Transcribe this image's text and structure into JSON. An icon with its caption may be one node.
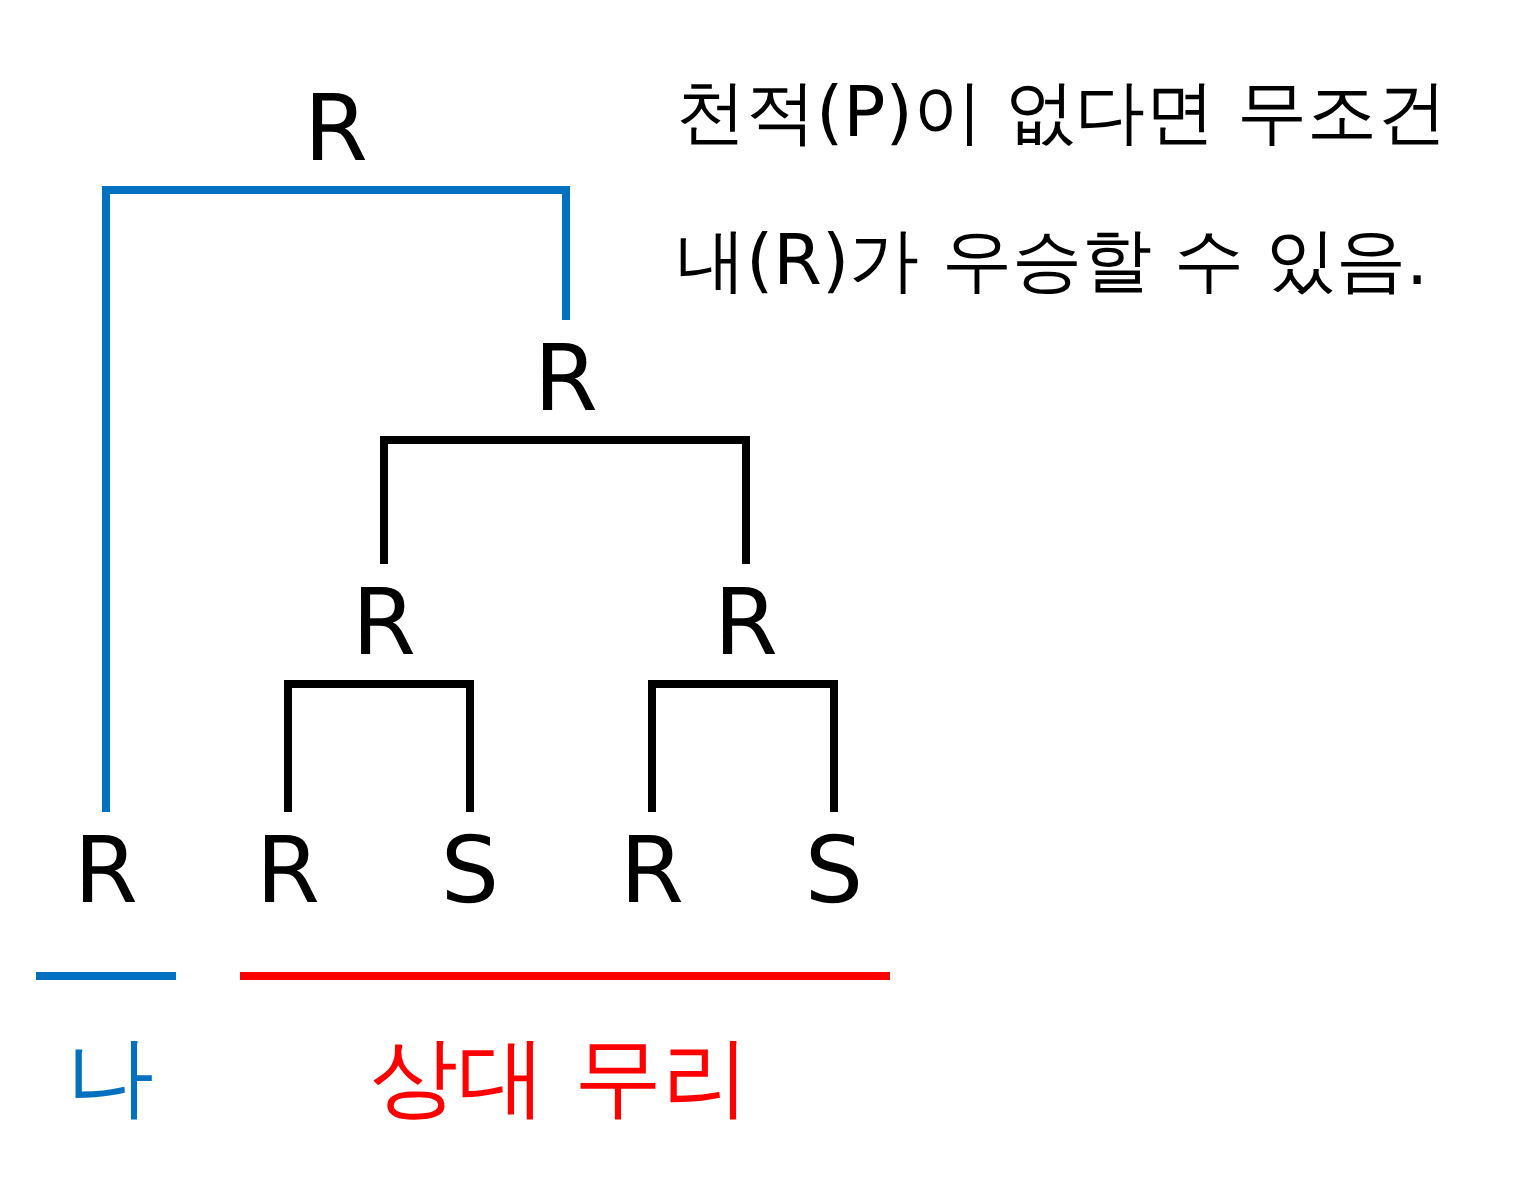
{
  "diagram": {
    "nodes": [
      {
        "text": [
          "R"
        ]
      },
      {
        "text": [
          "R"
        ]
      },
      {
        "text": [
          "R"
        ]
      },
      {
        "text": [
          "R"
        ]
      },
      {
        "text": [
          "R"
        ]
      },
      {
        "text": [
          "R"
        ]
      },
      {
        "text": [
          "S"
        ]
      },
      {
        "text": [
          "R"
        ]
      },
      {
        "text": [
          "S"
        ]
      }
    ],
    "edges": [
      {
        "from": 0,
        "to": 4,
        "arrow": "none",
        "color": "#0070c0"
      },
      {
        "from": 0,
        "to": 1,
        "arrow": "none",
        "color": "#0070c0"
      },
      {
        "from": 1,
        "to": 2,
        "arrow": "none"
      },
      {
        "from": 1,
        "to": 3,
        "arrow": "none"
      },
      {
        "from": 2,
        "to": 5,
        "arrow": "none"
      },
      {
        "from": 2,
        "to": 6,
        "arrow": "none"
      },
      {
        "from": 3,
        "to": 7,
        "arrow": "none"
      },
      {
        "from": 3,
        "to": 8,
        "arrow": "none"
      }
    ],
    "labels": [
      "천적(P)이 없다면 무조건 내(R)가 우승할 수 있음.",
      "나",
      "상대 무리"
    ]
  }
}
